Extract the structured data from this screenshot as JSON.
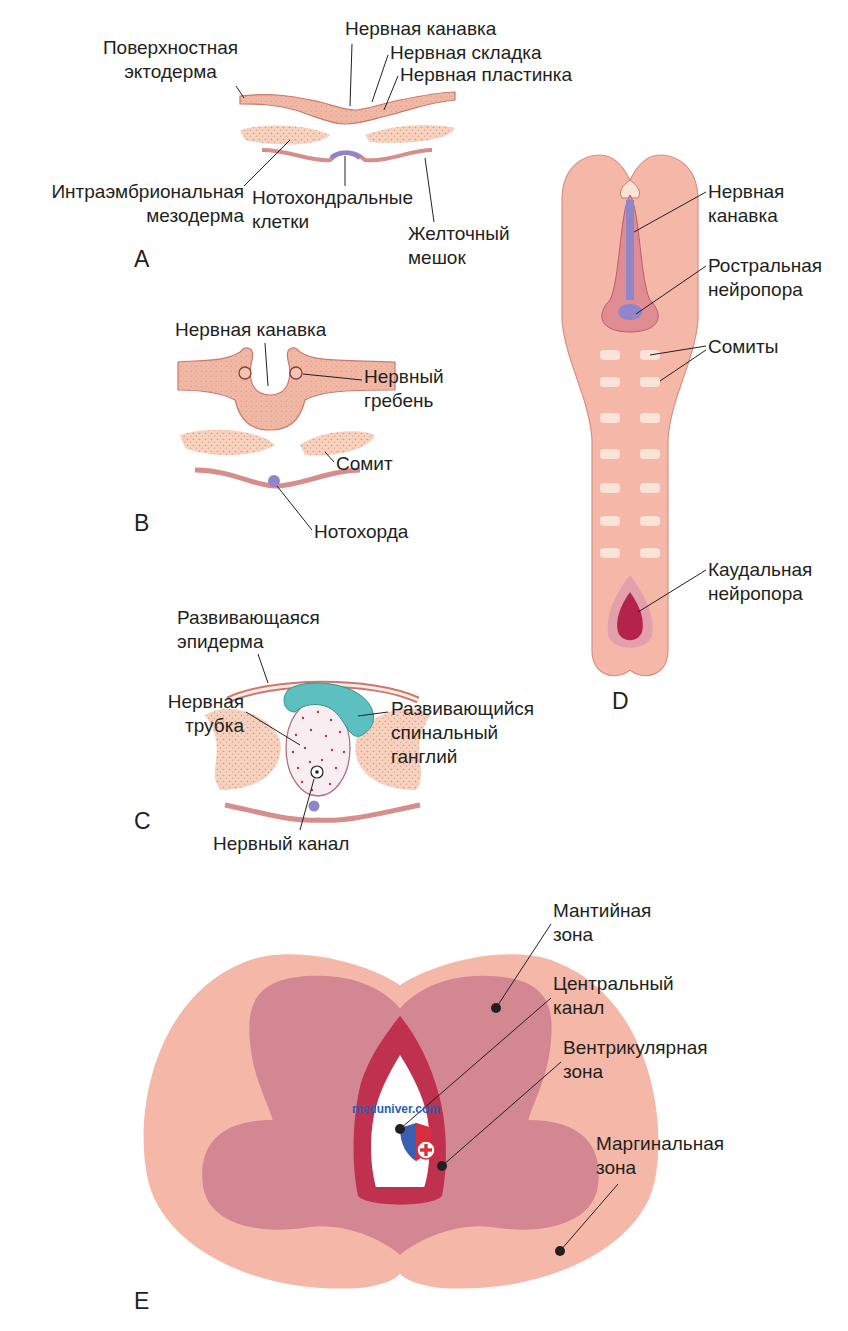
{
  "diagram": {
    "labels": [
      "Поверхностная эктодерма",
      "Нервная канавка",
      "Нервная складка",
      "Нервная пластинка",
      "Интраэмбриональная мезодерма",
      "Нотохондральные клетки",
      "Желточный мешок",
      "A",
      "Нервная канавка",
      "Нервный гребень",
      "Сомит",
      "Нотохорда",
      "B",
      "Развивающаяся эпидерма",
      "Нервная трубка",
      "Развивающийся спинальный ганглий",
      "Нервный канал",
      "C",
      "Нервная канавка",
      "Ростральная нейропора",
      "Сомиты",
      "Каудальная нейропора",
      "D",
      "Мантийная зона",
      "Центральный канал",
      "Вентрикулярная зона",
      "Маргинальная зона",
      "meduniver.com",
      "E"
    ]
  }
}
